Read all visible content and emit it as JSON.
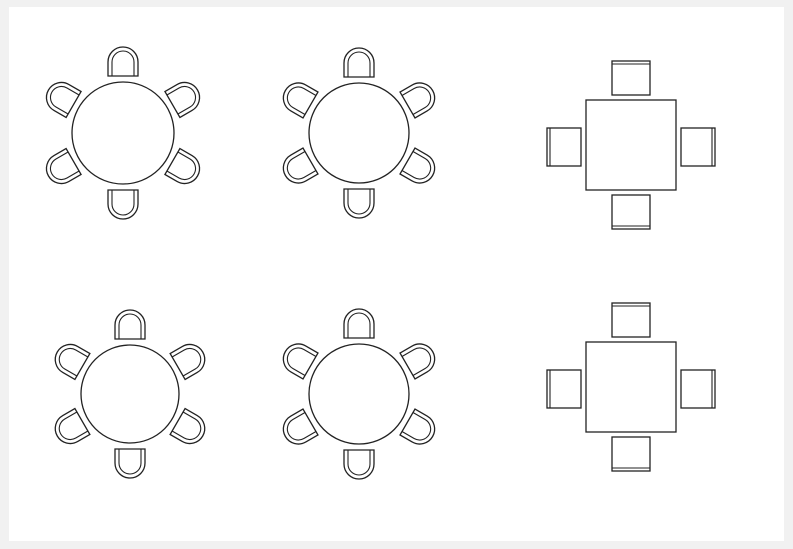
{
  "diagram": {
    "type": "floor-plan-furniture",
    "tables": [
      {
        "shape": "round",
        "chairs": 6
      },
      {
        "shape": "round",
        "chairs": 6
      },
      {
        "shape": "square",
        "chairs": 4
      },
      {
        "shape": "round",
        "chairs": 6
      },
      {
        "shape": "round",
        "chairs": 6
      },
      {
        "shape": "square",
        "chairs": 4
      }
    ]
  },
  "colors": {
    "background": "#f1f1f1",
    "paper": "#ffffff",
    "line": "#222222"
  }
}
